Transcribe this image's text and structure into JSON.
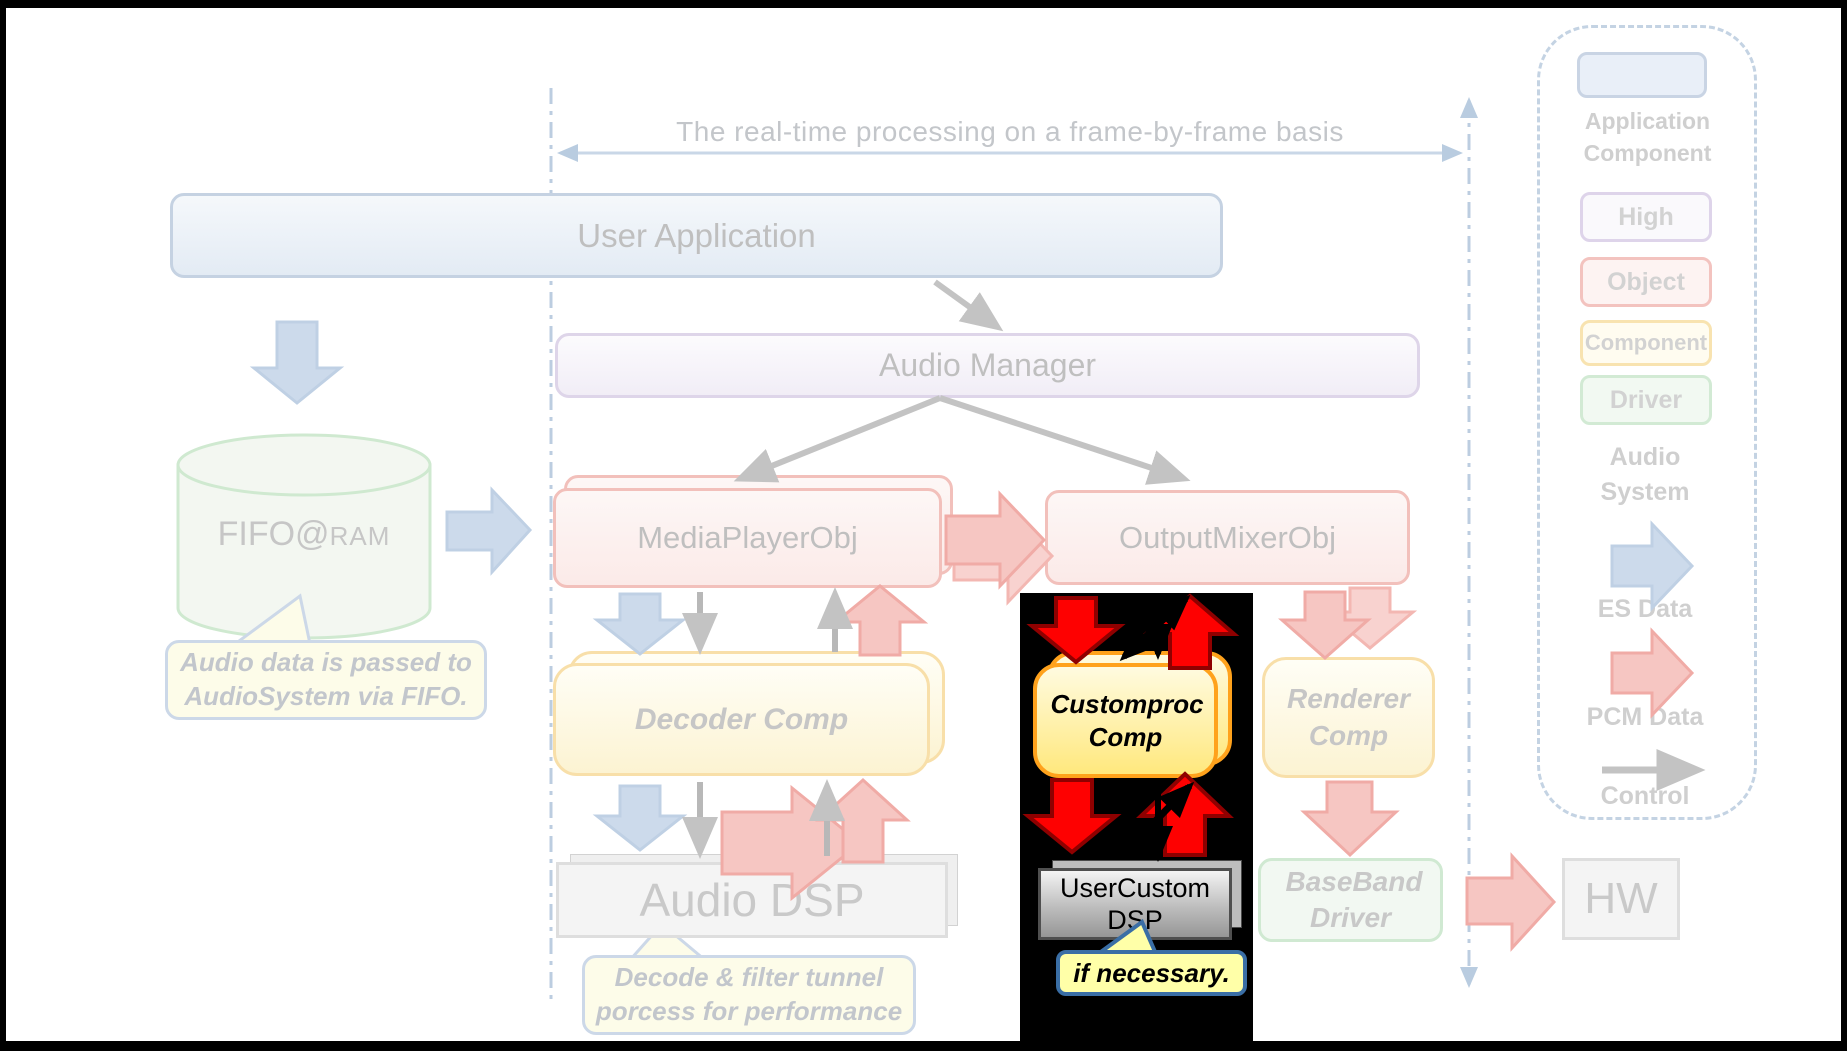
{
  "frame": {
    "title": "The real-time processing on a frame-by-frame basis"
  },
  "nodes": {
    "user_application": "User Application",
    "audio_manager": "Audio Manager",
    "media_player_obj": "MediaPlayerObj",
    "output_mixer_obj": "OutputMixerObj",
    "decoder_comp": "Decoder Comp",
    "customproc_comp": "Customproc Comp",
    "renderer_comp": "Renderer Comp",
    "audio_dsp": "Audio DSP",
    "user_custom_dsp": "UserCustom DSP",
    "baseband_driver": "BaseBand Driver",
    "hw": "HW",
    "fifo_main": "FIFO@",
    "fifo_sub": "RAM"
  },
  "callouts": {
    "fifo_note": "Audio data is passed to AudioSystem via FIFO.",
    "dsp_note": "Decode & filter tunnel porcess for performance",
    "custom_note": "if necessary."
  },
  "legend": {
    "application_component": "Application Component",
    "high": "High",
    "object": "Object",
    "component": "Component",
    "driver": "Driver",
    "audio_system": "Audio System",
    "es_data": "ES Data",
    "pcm_data": "PCM Data",
    "control": "Control"
  },
  "colors": {
    "highlight_bg": "#000000",
    "highlight_red": "#fe0101",
    "highlight_red_edge": "#8f0000",
    "highlight_yellow_border": "#ffa21c",
    "note_border_blue": "#3a6ea5",
    "note_bg_yellow": "#ffffa8",
    "faded_blue_arrow": "#ccdaeb",
    "faded_red_arrow": "#f6c6c2",
    "control_gray": "#c3c3c3"
  }
}
